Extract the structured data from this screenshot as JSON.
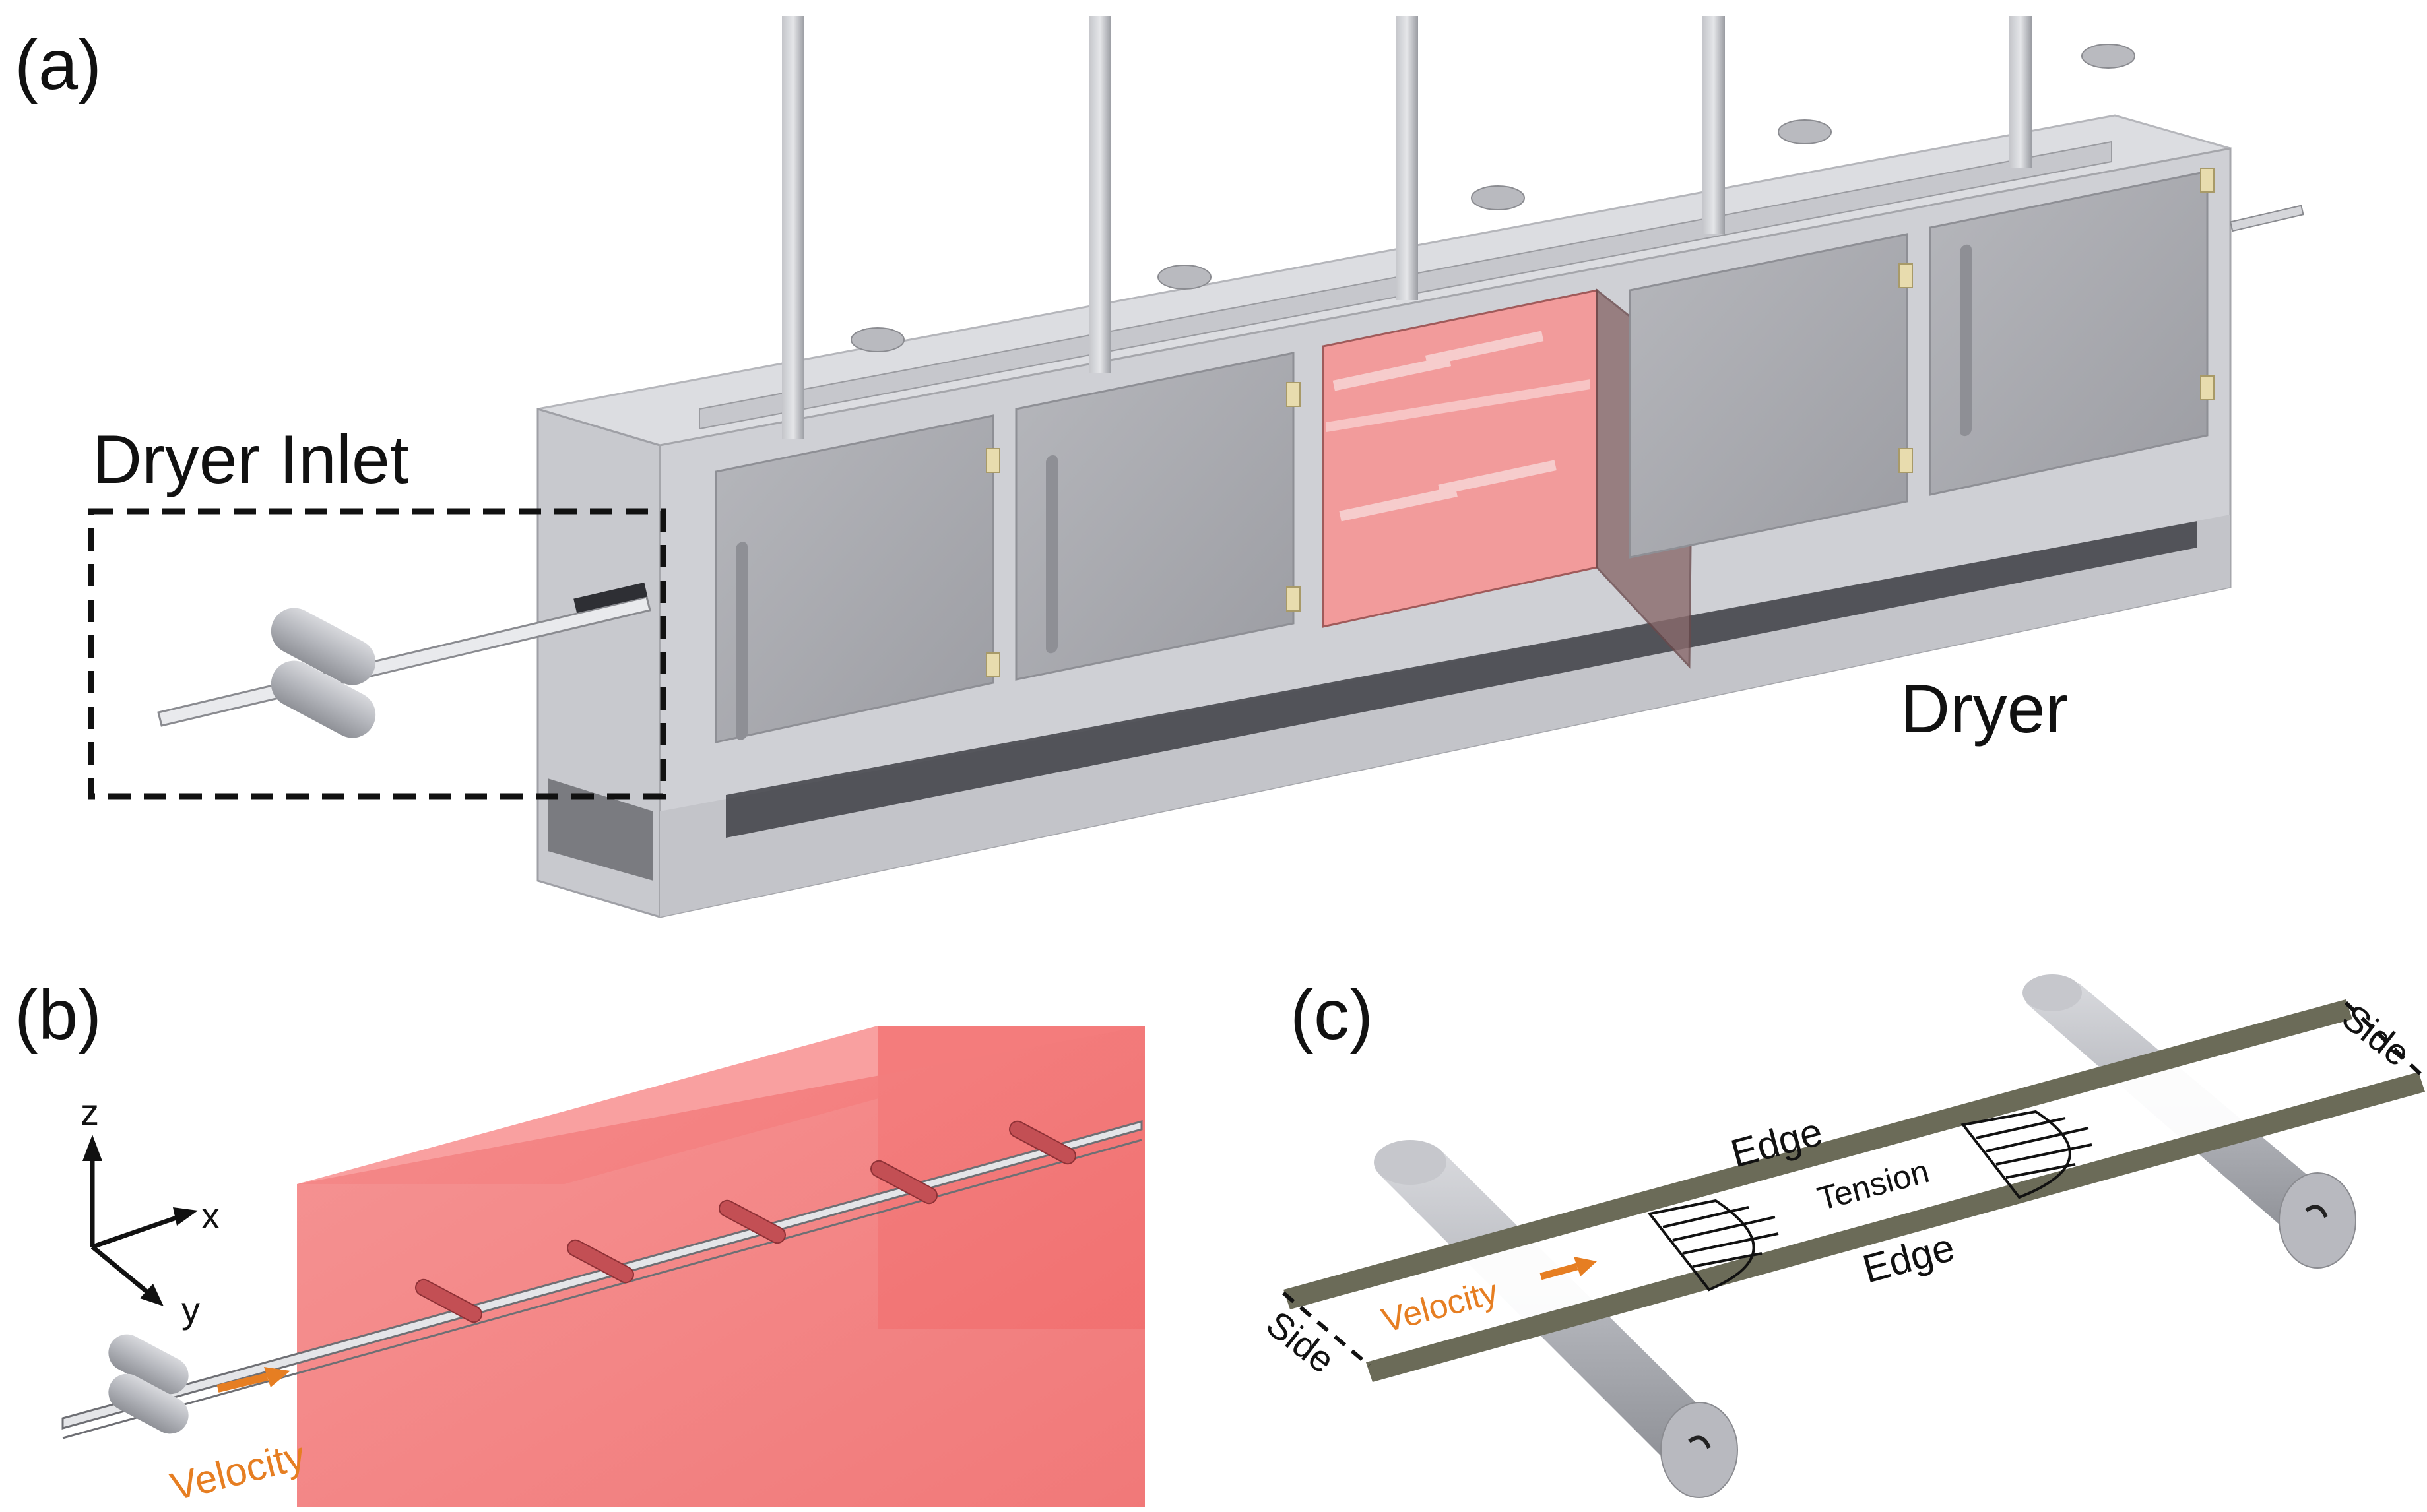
{
  "panels": {
    "a": {
      "label": "(a)",
      "inlet_label": "Dryer Inlet",
      "dryer_label": "Dryer"
    },
    "b": {
      "label": "(b)",
      "axis_z": "z",
      "axis_x": "x",
      "axis_y": "y",
      "velocity_label": "Velocity"
    },
    "c": {
      "label": "(c)",
      "edge_top": "Edge",
      "edge_bottom": "Edge",
      "tension_label": "Tension",
      "velocity_label": "Velocity",
      "side_left": "Side",
      "side_right": "Side"
    }
  },
  "colors": {
    "cabinet": "#c9cacf",
    "door": "#a9aab0",
    "heat_zone": "#f06a6a",
    "accent": "#e67e22",
    "film": "#6b6b58"
  }
}
